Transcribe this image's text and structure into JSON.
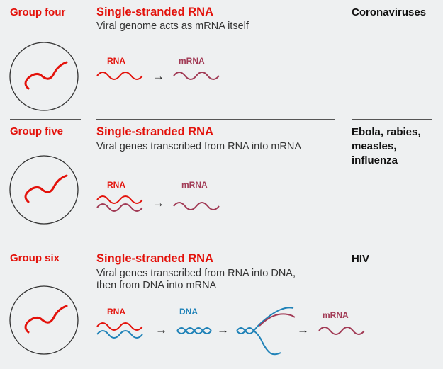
{
  "groups": [
    {
      "name": "Group four",
      "heading": "Single-stranded RNA",
      "description": [
        "Viral genome acts as mRNA itself"
      ],
      "viruses": [
        "Coronaviruses"
      ],
      "labels": {
        "rna": "RNA",
        "mrna": "mRNA"
      }
    },
    {
      "name": "Group five",
      "heading": "Single-stranded RNA",
      "description": [
        "Viral genes transcribed from RNA into mRNA"
      ],
      "viruses": [
        "Ebola, rabies,",
        "measles,",
        "influenza"
      ],
      "labels": {
        "rna": "RNA",
        "mrna": "mRNA"
      }
    },
    {
      "name": "Group six",
      "heading": "Single-stranded RNA",
      "description": [
        "Viral genes transcribed from RNA into DNA,",
        "then from DNA into mRNA"
      ],
      "viruses": [
        "HIV"
      ],
      "labels": {
        "rna": "RNA",
        "dna": "DNA",
        "mrna": "mRNA"
      }
    }
  ],
  "arrow_glyph": "→",
  "colors": {
    "accent_red": "#e3120b",
    "mrna": "#a13a55",
    "dna": "#1f82b8",
    "background": "#eef0f1"
  }
}
